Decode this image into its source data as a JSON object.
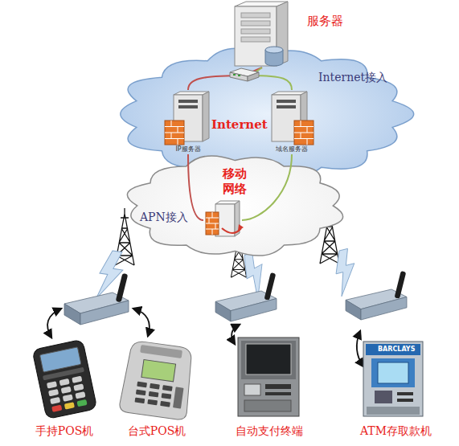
{
  "diagram": {
    "nodes": [
      {
        "text": [
          "服务器"
        ]
      },
      {
        "text": [
          "Internet"
        ]
      },
      {
        "text": [
          "IP服务器"
        ],
        "in": 1
      },
      {
        "text": [
          "域名服务器"
        ],
        "in": 1
      },
      {
        "text": [
          "移动 网络"
        ]
      },
      {
        "text": [
          "APN接入"
        ],
        "in": 4
      },
      {
        "text": [
          "手持POS机"
        ]
      },
      {
        "text": [
          "台式POS机"
        ]
      },
      {
        "text": [
          "自动支付终端"
        ]
      },
      {
        "text": [
          "ATM存取款机"
        ]
      }
    ],
    "edges": [
      {
        "from": 0,
        "to": 2,
        "arrow": "none"
      },
      {
        "from": 0,
        "to": 3,
        "arrow": "none"
      },
      {
        "from": 2,
        "to": 5,
        "arrow": "none"
      },
      {
        "from": 3,
        "to": 5,
        "arrow": "none"
      }
    ],
    "labels": [
      "Internet接入",
      "BARCLAYS"
    ]
  }
}
